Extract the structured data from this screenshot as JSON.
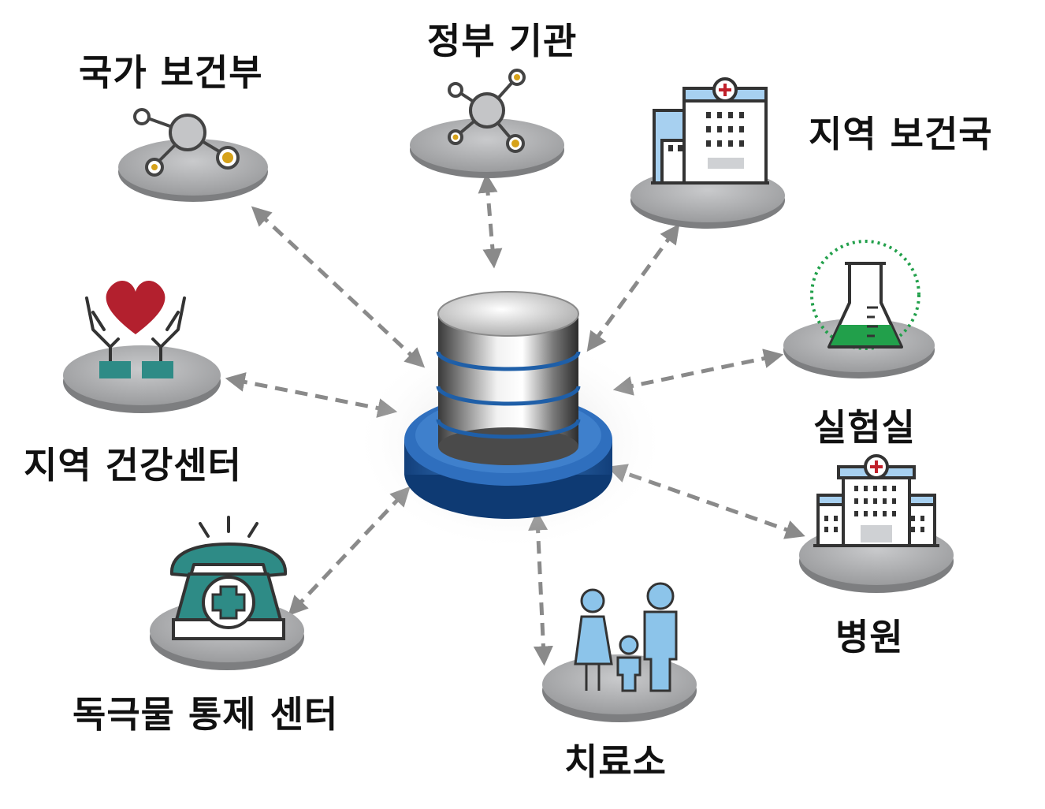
{
  "center": {
    "icon": "database-icon"
  },
  "nodes": [
    {
      "id": "national-health",
      "label": "국가 보건부",
      "icon": "network-hub-icon"
    },
    {
      "id": "government",
      "label": "정부 기관",
      "icon": "network-hub-icon"
    },
    {
      "id": "regional-health-bureau",
      "label": "지역 보건국",
      "icon": "clinic-building-icon"
    },
    {
      "id": "regional-health-center",
      "label": "지역 건강센터",
      "icon": "hands-heart-icon"
    },
    {
      "id": "laboratory",
      "label": "실험실",
      "icon": "flask-icon"
    },
    {
      "id": "hospital",
      "label": "병원",
      "icon": "hospital-icon"
    },
    {
      "id": "poison-control",
      "label": "독극물 통제 센터",
      "icon": "medical-phone-icon"
    },
    {
      "id": "clinic",
      "label": "치료소",
      "icon": "family-icon"
    }
  ],
  "colors": {
    "platform": "#a8a9ab",
    "arrow": "#8a8a8a",
    "database_base": "#1f5fa8",
    "teal": "#2e8b86",
    "heart": "#b3202e",
    "flask_green": "#22a04b",
    "family_blue": "#8cc4ea",
    "building_blue": "#a7d0f0",
    "hub_gold": "#d6a21a"
  }
}
